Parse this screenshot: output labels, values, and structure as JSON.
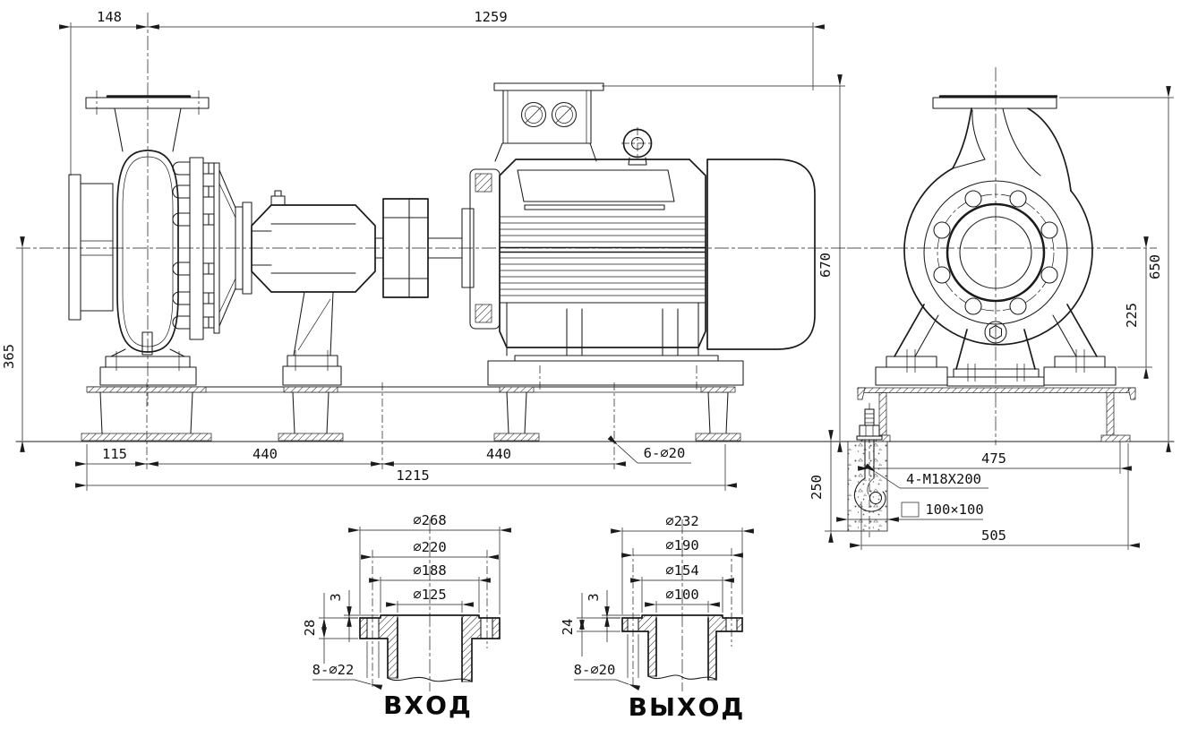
{
  "side_view": {
    "dim_flange_offset": "148",
    "dim_total_length": "1259",
    "dim_axis_height": "365",
    "dim_overall_height": "670",
    "dim_edge_to_hole": "115",
    "dim_hole_span_1": "440",
    "dim_hole_span_2": "440",
    "dim_base_length": "1215",
    "label_base_holes": "6-∅20"
  },
  "end_view": {
    "dim_flange_height": "650",
    "dim_axis_to_support": "225",
    "dim_foundation_depth": "250",
    "dim_anchor_span": "475",
    "dim_base_width": "505",
    "label_anchor_bolts": "4-M18X200",
    "label_pocket_section": "100×100"
  },
  "inlet_flange": {
    "title": "ВХОД",
    "dim_outer": "∅268",
    "dim_bolt_circle": "∅220",
    "dim_raised_face": "∅188",
    "dim_bore": "∅125",
    "dim_face_height": "3",
    "dim_thickness": "28",
    "label_bolt_holes": "8-∅22"
  },
  "outlet_flange": {
    "title": "ВЫХОД",
    "dim_outer": "∅232",
    "dim_bolt_circle": "∅190",
    "dim_raised_face": "∅154",
    "dim_bore": "∅100",
    "dim_face_height": "3",
    "dim_thickness": "24",
    "label_bolt_holes": "8-∅20"
  }
}
